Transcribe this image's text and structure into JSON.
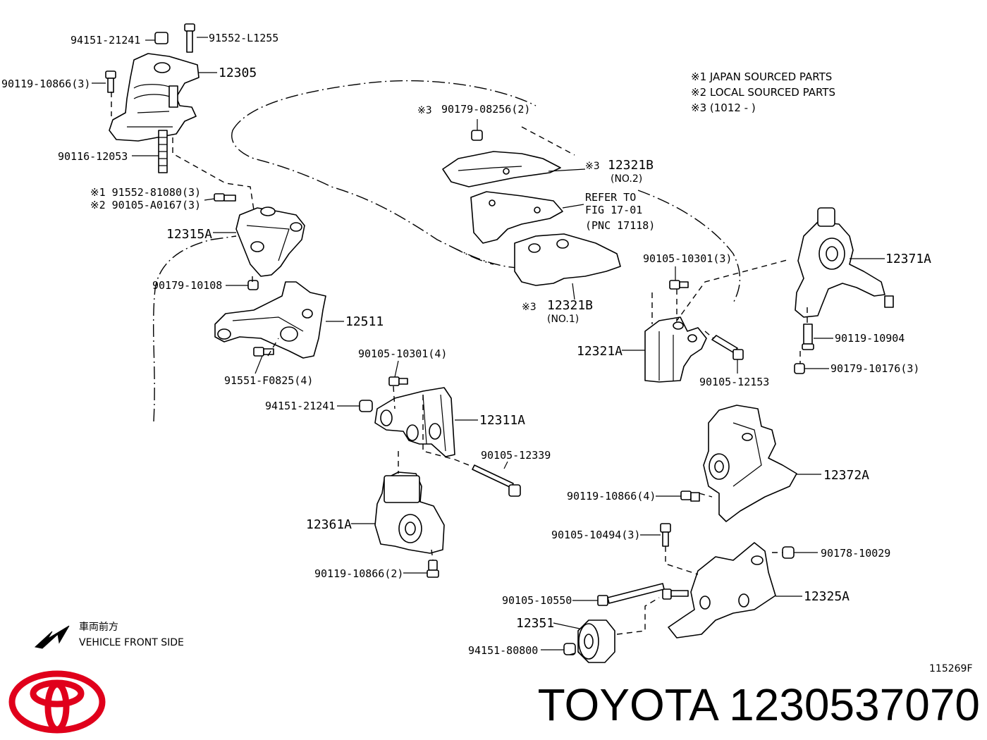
{
  "notes": {
    "n1": "※1 JAPAN SOURCED PARTS",
    "n2": "※2 LOCAL SOURCED PARTS",
    "n3": "※3 (1012 -      )"
  },
  "labels": {
    "l94151_21241_top": "94151-21241",
    "l91552_L1255": "91552-L1255",
    "l12305": "12305",
    "l90119_10866_3": "90119-10866(3)",
    "l90116_12053": "90116-12053",
    "l91552_81080": "※1 91552-81080(3)",
    "l90105_A0167": "※2 90105-A0167(3)",
    "l12315A": "12315A",
    "l90179_10108": "90179-10108",
    "l12511": "12511",
    "l91551_F0825": "91551-F0825(4)",
    "l90179_08256": "90179-08256(2)",
    "mark_08256": "※3",
    "l12321B_no2": "12321B",
    "mark_12321B_no2": "※3",
    "l12321B_no2_sub": "(NO.2)",
    "refer_1": "REFER TO",
    "refer_2": "FIG 17-01",
    "refer_3": "(PNC 17118)",
    "l12321B_no1": "12321B",
    "mark_12321B_no1": "※3",
    "l12321B_no1_sub": "(NO.1)",
    "l90105_10301_3": "90105-10301(3)",
    "l12371A": "12371A",
    "l90119_10904": "90119-10904",
    "l90179_10176": "90179-10176(3)",
    "l12321A": "12321A",
    "l90105_12153": "90105-12153",
    "l90105_10301_4": "90105-10301(4)",
    "l94151_21241_mid": "94151-21241",
    "l12311A": "12311A",
    "l90105_12339": "90105-12339",
    "l12372A": "12372A",
    "l90119_10866_4": "90119-10866(4)",
    "l12361A": "12361A",
    "l90119_10866_2": "90119-10866(2)",
    "l90105_10494": "90105-10494(3)",
    "l90178_10029": "90178-10029",
    "l90105_10550": "90105-10550",
    "l12325A": "12325A",
    "l12351": "12351",
    "l94151_80800": "94151-80800",
    "front_jp": "車両前方",
    "front_en": "VEHICLE FRONT SIDE",
    "fig_code": "115269F"
  },
  "brand": {
    "title": "TOYOTA 1230537070",
    "logo_color": "#e0001b"
  }
}
